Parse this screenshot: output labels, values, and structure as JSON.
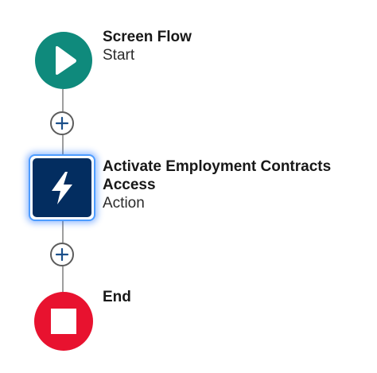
{
  "flow": {
    "start": {
      "title": "Screen Flow",
      "subtitle": "Start",
      "color": "#0f8a7c",
      "icon": "play-icon"
    },
    "action": {
      "title": "Activate Employment Contracts Access",
      "subtitle": "Action",
      "color": "#032d60",
      "highlight_color": "#4d9cff",
      "selected": true,
      "icon": "lightning-bolt-icon"
    },
    "end": {
      "title": "End",
      "color": "#e8122f",
      "icon": "stop-icon"
    },
    "add_icon": "plus-icon",
    "connector_color": "#9e9e9e"
  }
}
